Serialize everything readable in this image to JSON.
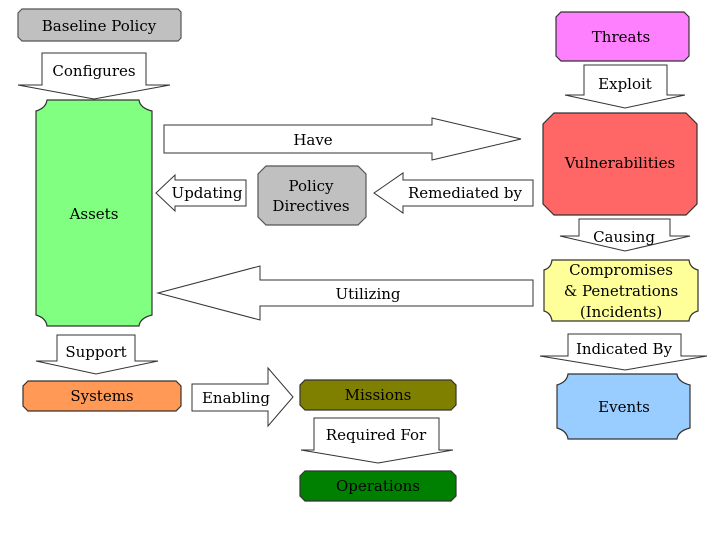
{
  "nodes": {
    "baseline_policy": {
      "label": "Baseline Policy",
      "color": "#c0c0c0"
    },
    "threats": {
      "label": "Threats",
      "color": "#ff80ff"
    },
    "assets": {
      "label": "Assets",
      "color": "#80ff80"
    },
    "vulnerabilities": {
      "label": "Vulnerabilities",
      "color": "#ff6666"
    },
    "policy_directives": {
      "lines": [
        "Policy",
        "Directives"
      ],
      "color": "#c0c0c0"
    },
    "compromises": {
      "lines": [
        "Compromises",
        "& Penetrations",
        "(Incidents)"
      ],
      "color": "#ffff99"
    },
    "systems": {
      "label": "Systems",
      "color": "#ff9955"
    },
    "missions": {
      "label": "Missions",
      "color": "#808000"
    },
    "events": {
      "label": "Events",
      "color": "#99ccff"
    },
    "operations": {
      "label": "Operations",
      "color": "#008000"
    }
  },
  "arrows": {
    "configures": "Configures",
    "exploit": "Exploit",
    "have": "Have",
    "updating": "Updating",
    "remediated_by": "Remediated by",
    "causing": "Causing",
    "utilizing": "Utilizing",
    "indicated_by": "Indicated By",
    "support": "Support",
    "enabling": "Enabling",
    "required_for": "Required For"
  }
}
